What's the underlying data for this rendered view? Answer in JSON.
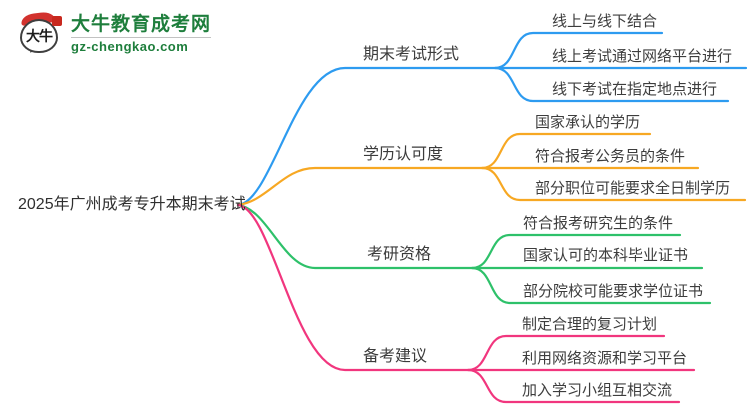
{
  "logo": {
    "mark": "大牛",
    "title": "大牛教育成考网",
    "domain": "gz-chengkao.com",
    "brand_color": "#1e7e3c"
  },
  "root": {
    "label": "2025年广州成考专升本期末考试"
  },
  "branches": [
    {
      "label": "期末考试形式",
      "color": "#2d9bf0",
      "children": [
        "线上与线下结合",
        "线上考试通过网络平台进行",
        "线下考试在指定地点进行"
      ]
    },
    {
      "label": "学历认可度",
      "color": "#f7a823",
      "children": [
        "国家承认的学历",
        "符合报考公务员的条件",
        "部分职位可能要求全日制学历"
      ]
    },
    {
      "label": "考研资格",
      "color": "#2ec16a",
      "children": [
        "符合报考研究生的条件",
        "国家认可的本科毕业证书",
        "部分院校可能要求学位证书"
      ]
    },
    {
      "label": "备考建议",
      "color": "#f1367e",
      "children": [
        "制定合理的复习计划",
        "利用网络资源和学习平台",
        "加入学习小组互相交流"
      ]
    }
  ]
}
